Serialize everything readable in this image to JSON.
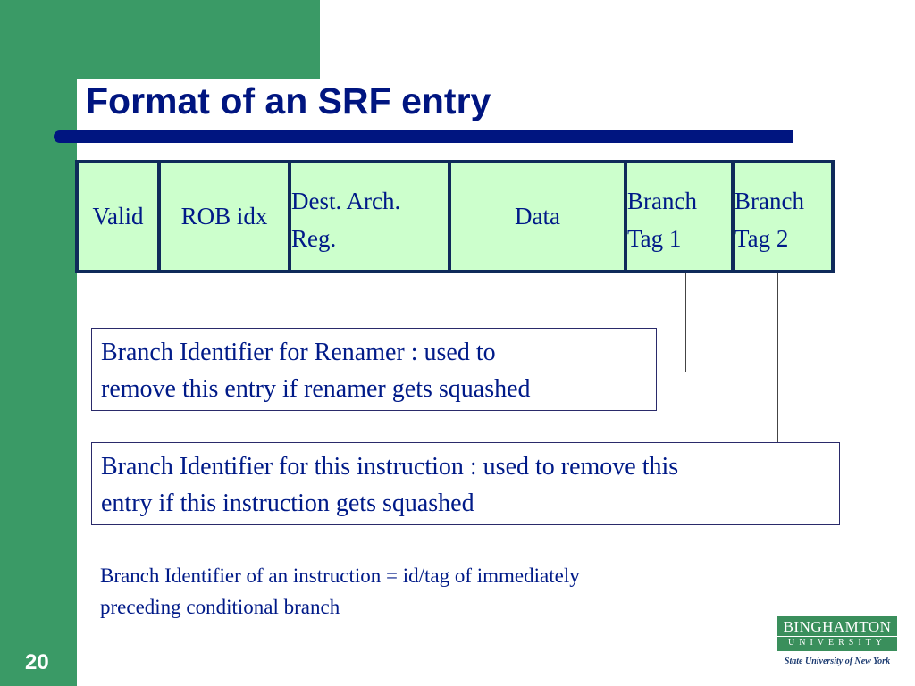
{
  "slide": {
    "title": "Format of an SRF entry",
    "page_number": "20"
  },
  "entry_fields": [
    {
      "label": "Valid"
    },
    {
      "label": "ROB idx"
    },
    {
      "label_line1": "Dest. Arch.",
      "label_line2": "Reg."
    },
    {
      "label": "Data"
    },
    {
      "label_line1": "Branch",
      "label_line2": "Tag 1"
    },
    {
      "label_line1": "Branch",
      "label_line2": "Tag 2"
    }
  ],
  "callouts": [
    {
      "line1": "Branch Identifier for Renamer : used to",
      "line2": "remove this entry if renamer gets squashed"
    },
    {
      "line1": "Branch Identifier for this instruction : used to remove this",
      "line2": "entry if this instruction gets squashed"
    }
  ],
  "note": {
    "line1": "Branch Identifier of an instruction = id/tag of immediately",
    "line2": "preceding conditional branch"
  },
  "logo": {
    "name": "BINGHAMTON",
    "university": "UNIVERSITY",
    "state": "State University of New York"
  },
  "colors": {
    "sidebar_green": "#3a9a66",
    "title_navy": "#001580",
    "cell_fill": "#ccffcc"
  }
}
